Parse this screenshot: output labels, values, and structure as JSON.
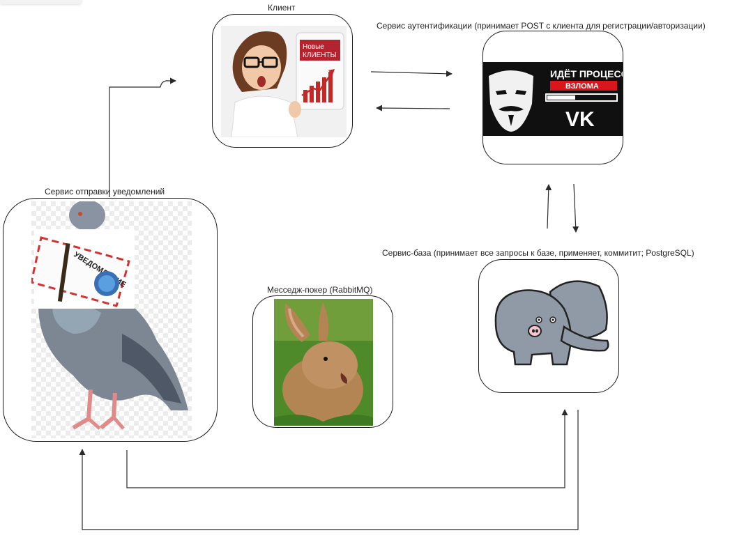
{
  "nodes": {
    "client": {
      "label": "Клиент",
      "icon": "businesswoman-icon",
      "tablet_text_line1": "Новые",
      "tablet_text_line2": "КЛИЕНТЫ"
    },
    "auth": {
      "label": "Сервис аутентификации (принимает POST с клиента для регистрации/авторизации)",
      "icon": "hacker-mask-icon",
      "banner_line1": "ИДЁТ ПРОЦЕСС",
      "banner_line2": "ВЗЛОМА",
      "logo": "VK"
    },
    "notify": {
      "label": "Сервис отправки уведомлений",
      "icon": "pigeon-icon",
      "envelope_text": "УВЕДОМЛЕНИЕ"
    },
    "broker": {
      "label": "Месседж-покер (RabbitMQ)",
      "icon": "rabbit-icon"
    },
    "db": {
      "label": "Сервис-база (принимает все запросы к базе, применяет, коммитит; PostgreSQL)",
      "icon": "elephant-icon"
    }
  },
  "colors": {
    "line": "#2a2a2a",
    "auth_bg": "#101010",
    "banner_red": "#d9161c",
    "client_sign": "#b3242f",
    "elephant": "#8f9aa6",
    "rabbit_fur": "#b28552",
    "grass": "#4f8a2a",
    "pigeon": "#7d8794"
  }
}
